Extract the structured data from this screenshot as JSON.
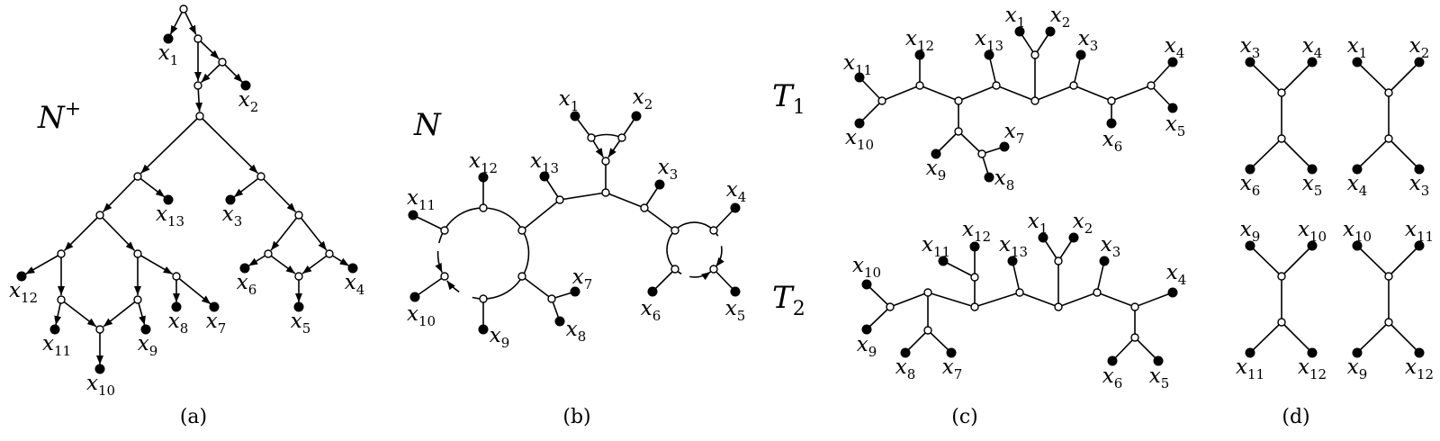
{
  "titles": {
    "a": {
      "main": "N",
      "sup": "+"
    },
    "b": {
      "main": "N"
    },
    "c1": {
      "main": "T",
      "sub": "1"
    },
    "c2": {
      "main": "T",
      "sub": "2"
    }
  },
  "captions": {
    "a": "(a)",
    "b": "(b)",
    "c": "(c)",
    "d": "(d)"
  },
  "trees": {
    "a": {
      "leaves": [
        "x1",
        "x2",
        "x3",
        "x4",
        "x5",
        "x6",
        "x7",
        "x8",
        "x9",
        "x10",
        "x11",
        "x12",
        "x13"
      ]
    },
    "b": {
      "leaves": [
        "x1",
        "x2",
        "x3",
        "x4",
        "x5",
        "x6",
        "x7",
        "x8",
        "x9",
        "x10",
        "x11",
        "x12",
        "x13"
      ]
    },
    "c1": {
      "leaves": [
        "x11",
        "x10",
        "x12",
        "x13",
        "x1",
        "x2",
        "x3",
        "x4",
        "x5",
        "x6",
        "x7",
        "x8",
        "x9"
      ]
    },
    "c2": {
      "leaves": [
        "x10",
        "x9",
        "x8",
        "x7",
        "x11",
        "x12",
        "x13",
        "x1",
        "x2",
        "x3",
        "x4",
        "x6",
        "x5"
      ]
    },
    "d1": {
      "leaves": [
        "x3",
        "x4",
        "x6",
        "x5"
      ]
    },
    "d2": {
      "leaves": [
        "x1",
        "x2",
        "x4",
        "x3"
      ]
    },
    "d3": {
      "leaves": [
        "x9",
        "x10",
        "x11",
        "x12"
      ]
    },
    "d4": {
      "leaves": [
        "x10",
        "x11",
        "x9",
        "x12"
      ]
    }
  },
  "colors": {
    "ink": "#000000",
    "background": "#ffffff"
  }
}
